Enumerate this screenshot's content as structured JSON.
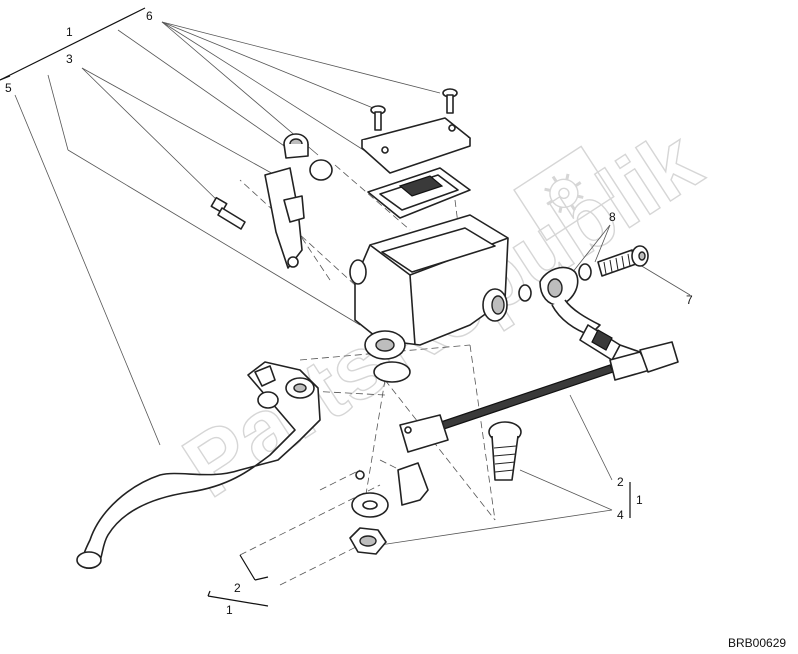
{
  "watermark": "PartsRepublik",
  "drawing_code": "BRB00629",
  "callouts": {
    "c1_top": "1",
    "c6_top": "6",
    "c3_top": "3",
    "c5_left": "5",
    "c8_right": "8",
    "c7_right": "7",
    "c2_right": "2",
    "c1_right": "1",
    "c4_right": "4",
    "c2_bottom": "2",
    "c1_bottom": "1"
  },
  "colors": {
    "line": "#222222",
    "watermark": "#d6d6d6",
    "text": "#111111"
  },
  "icons": {
    "gear": "gear-icon"
  }
}
